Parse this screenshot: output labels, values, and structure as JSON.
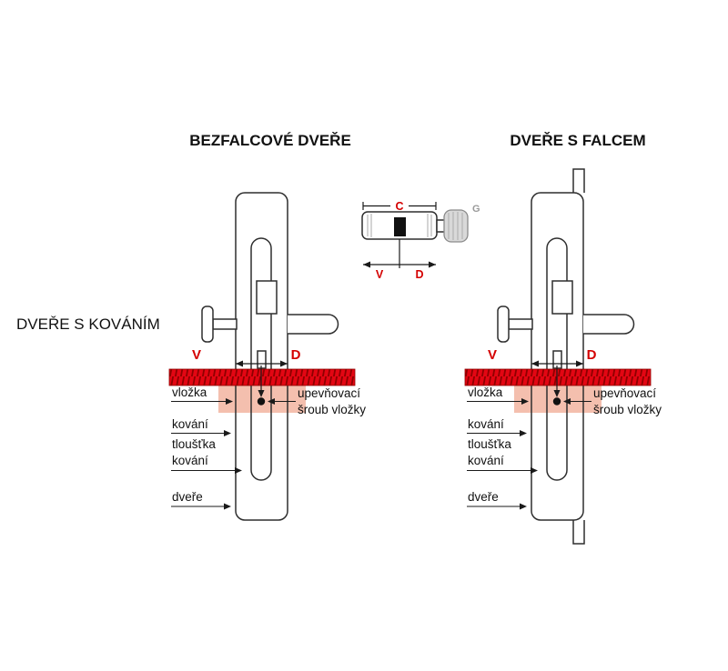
{
  "titles": {
    "left_diagram": "BEZFALCOVÉ DVEŘE",
    "right_diagram": "DVEŘE S FALCEM",
    "side_label": "DVEŘE S KOVÁNÍM"
  },
  "cylinder_inset": {
    "length_label": "C",
    "left_dim_label": "V",
    "right_dim_label": "D",
    "knob_label": "G"
  },
  "diagram_labels": {
    "v": "V",
    "d": "D",
    "vlozka": "vložka",
    "kovani": "kování",
    "tloustka_line1": "tloušťka",
    "tloustka_line2": "kování",
    "dvere": "dveře",
    "sroub_line1": "upevňovací",
    "sroub_line2": "šroub vložky"
  },
  "colors": {
    "dimension_red": "#d40000",
    "band_red": "#e30613",
    "band_hatch": "#8f0000",
    "cylinder_zone_pink": "#f4bfae",
    "knob_gray": "#d9d9d9",
    "outline": "#2e2e2e"
  }
}
